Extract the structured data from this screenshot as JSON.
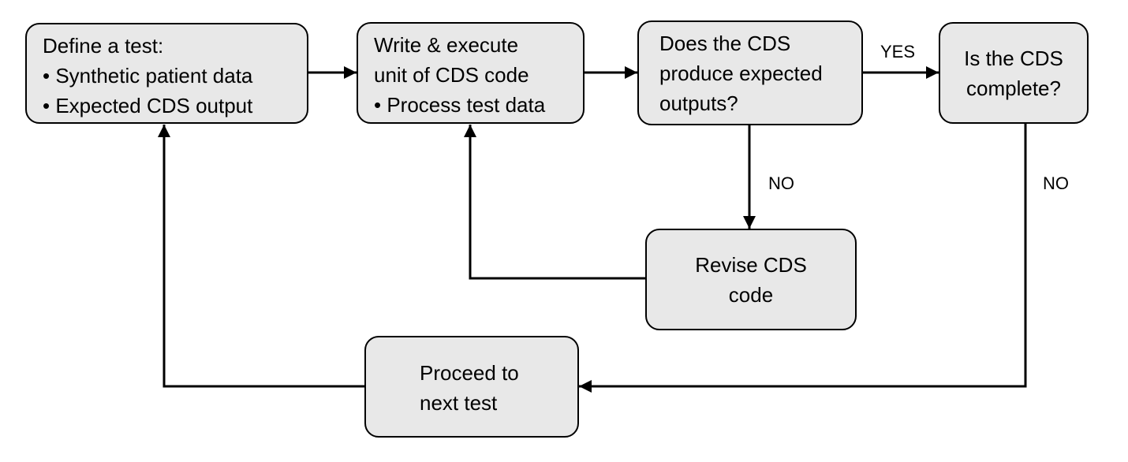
{
  "nodes": {
    "define_test": {
      "title": "Define a test:",
      "bullets": [
        "• Synthetic patient data",
        "• Expected CDS output"
      ]
    },
    "write_execute": {
      "lines": [
        "Write & execute",
        "unit of CDS code"
      ],
      "bullets": [
        "• Process test data"
      ]
    },
    "expected_outputs": {
      "lines": [
        "Does the CDS",
        "produce expected",
        "outputs?"
      ]
    },
    "complete": {
      "lines": [
        "Is the CDS",
        "complete?"
      ]
    },
    "revise": {
      "lines": [
        "Revise CDS",
        "code"
      ]
    },
    "next_test": {
      "lines": [
        "Proceed to",
        "next test"
      ]
    }
  },
  "edges": {
    "yes_label": "YES",
    "no_label_revise": "NO",
    "no_label_complete": "NO"
  },
  "colors": {
    "box_fill": "#e8e8e8",
    "stroke": "#000000"
  }
}
